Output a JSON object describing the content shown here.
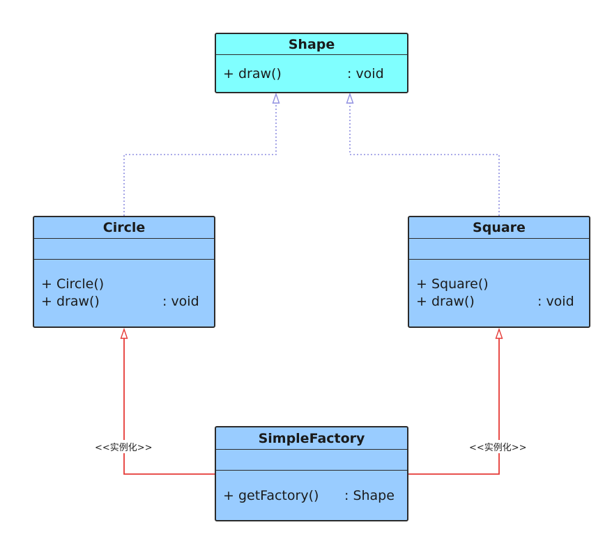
{
  "colors": {
    "interface_fill": "#80ffff",
    "class_fill": "#99ccff",
    "border": "#2b2b2b",
    "realization_line": "#8e8ee0",
    "dependency_line": "#e53935"
  },
  "classes": {
    "shape": {
      "name": "Shape",
      "operations": [
        {
          "signature": "+ draw()",
          "return_type": ": void"
        }
      ]
    },
    "circle": {
      "name": "Circle",
      "operations": [
        {
          "signature": "+ Circle()",
          "return_type": ""
        },
        {
          "signature": "+ draw()",
          "return_type": ": void"
        }
      ]
    },
    "square": {
      "name": "Square",
      "operations": [
        {
          "signature": "+ Square()",
          "return_type": ""
        },
        {
          "signature": "+ draw()",
          "return_type": ": void"
        }
      ]
    },
    "simple_factory": {
      "name": "SimpleFactory",
      "operations": [
        {
          "signature": "+ getFactory()",
          "return_type": ": Shape"
        }
      ]
    }
  },
  "relations": {
    "factory_to_circle": {
      "stereotype": "<<实例化>>"
    },
    "factory_to_square": {
      "stereotype": "<<实例化>>"
    }
  }
}
